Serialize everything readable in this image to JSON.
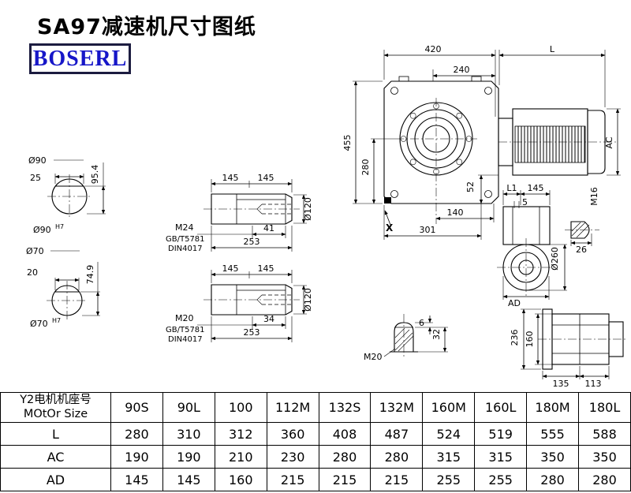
{
  "title": "SA97减速机尺寸图纸",
  "logo": {
    "text": "BOSERL"
  },
  "colors": {
    "logo_text": "#1616c8",
    "logo_border": "#1c1c40",
    "line": "#000000"
  },
  "drawing": {
    "labels": {
      "d90": "Ø90",
      "d90_len": "25",
      "d90_h": "95.4",
      "d90_fit": "Ø90",
      "d90_fit_sup": "H7",
      "d70": "Ø70",
      "d70_len": "20",
      "d70_h": "74.9",
      "d70_fit": "Ø70",
      "d70_fit_sup": "H7",
      "s1_l1": "145",
      "s1_l2": "145",
      "s1_dia": "Ø120",
      "s1_thread": "M24",
      "s1_std1": "GB/T5781",
      "s1_std2": "DIN4017",
      "s1_depth": "41",
      "s1_total": "253",
      "s2_l1": "145",
      "s2_l2": "145",
      "s2_dia": "Ø120",
      "s2_thread": "M20",
      "s2_std1": "GB/T5781",
      "s2_std2": "DIN4017",
      "s2_depth": "34",
      "s2_total": "253",
      "m_420": "420",
      "m_L": "L",
      "m_240": "240",
      "m_455": "455",
      "m_280": "280",
      "m_52": "52",
      "m_AC": "AC",
      "m_140": "140",
      "m_301": "301",
      "m_X": "X",
      "sv_L1": "L1",
      "sv_145": "145",
      "sv_5": "5",
      "sv_M16": "M16",
      "sv_d260": "Ø260",
      "sv_26": "26",
      "sv_AD": "AD",
      "bm_M20": "M20",
      "bm_6": "6",
      "bm_32": "32",
      "br_236": "236",
      "br_160": "160",
      "br_135": "135",
      "br_113": "113"
    }
  },
  "table": {
    "header_line1": "Y2电机机座号",
    "header_line2": "MOtOr Size",
    "sizes": [
      "90S",
      "90L",
      "100",
      "112M",
      "132S",
      "132M",
      "160M",
      "160L",
      "180M",
      "180L"
    ],
    "rows": [
      {
        "label": "L",
        "values": [
          "280",
          "310",
          "312",
          "360",
          "408",
          "487",
          "524",
          "519",
          "555",
          "588"
        ]
      },
      {
        "label": "AC",
        "values": [
          "190",
          "190",
          "210",
          "230",
          "280",
          "280",
          "315",
          "315",
          "350",
          "350"
        ]
      },
      {
        "label": "AD",
        "values": [
          "145",
          "145",
          "160",
          "215",
          "215",
          "215",
          "255",
          "255",
          "280",
          "280"
        ]
      }
    ]
  }
}
